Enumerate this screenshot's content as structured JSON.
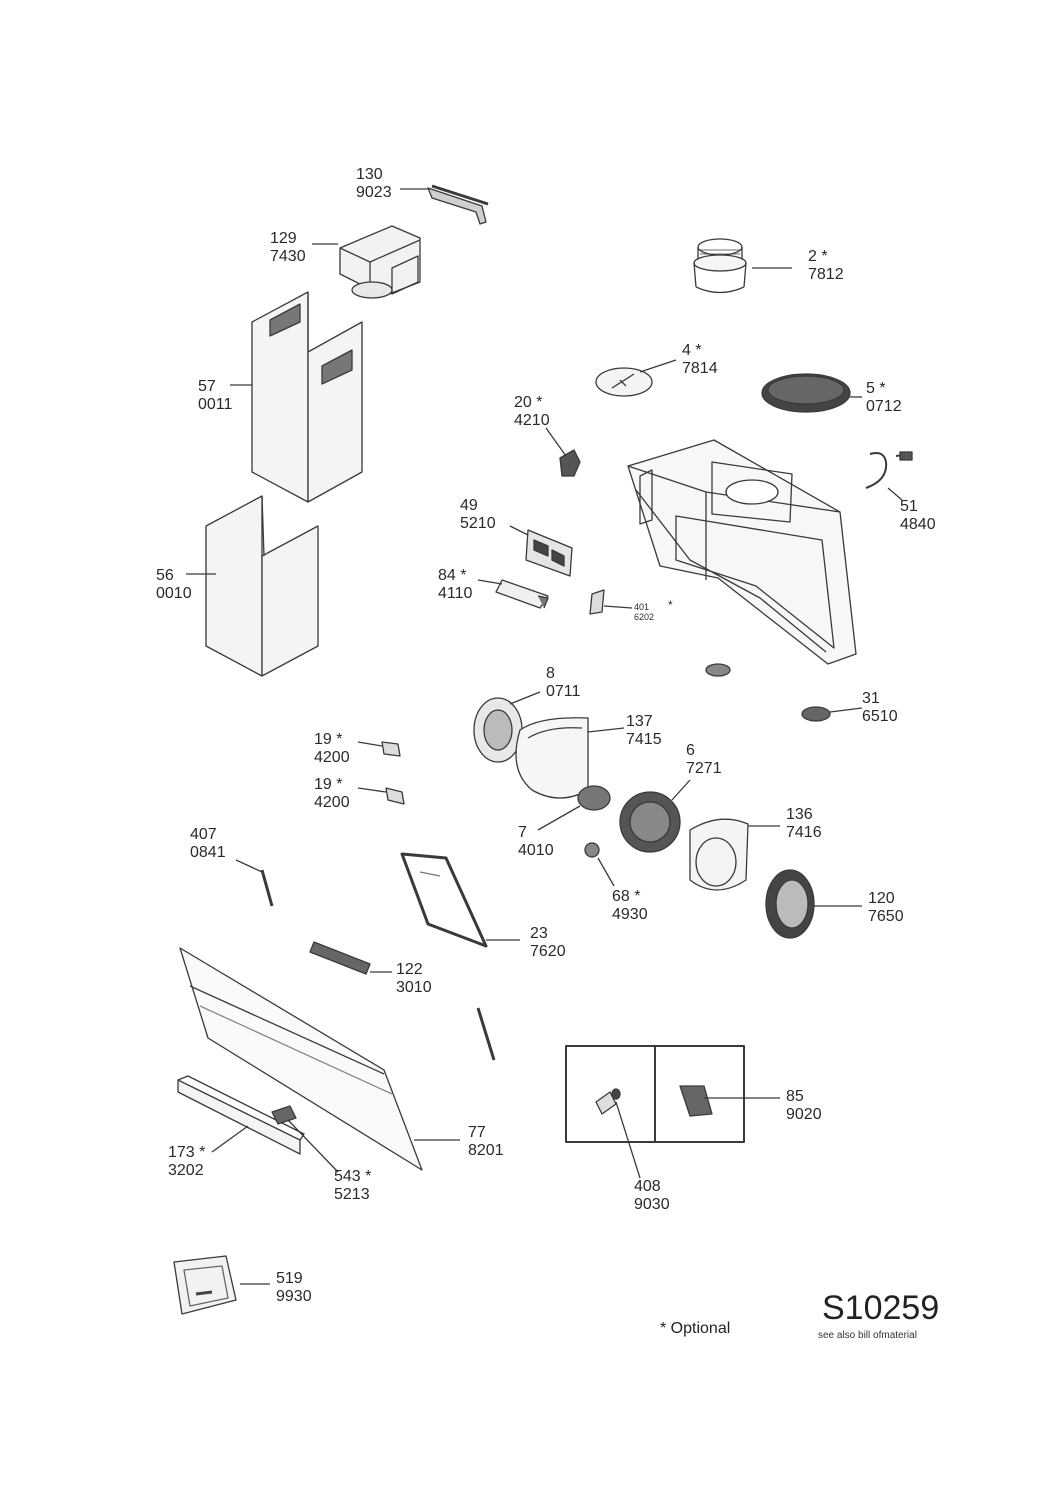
{
  "parts": [
    {
      "id": "p130",
      "num": "130",
      "code": "9023",
      "optional": false
    },
    {
      "id": "p129",
      "num": "129",
      "code": "7430",
      "optional": false
    },
    {
      "id": "p2",
      "num": "2",
      "code": "7812",
      "optional": true
    },
    {
      "id": "p4",
      "num": "4",
      "code": "7814",
      "optional": true
    },
    {
      "id": "p57",
      "num": "57",
      "code": "0011",
      "optional": false
    },
    {
      "id": "p5",
      "num": "5",
      "code": "0712",
      "optional": true
    },
    {
      "id": "p20",
      "num": "20",
      "code": "4210",
      "optional": true
    },
    {
      "id": "p51",
      "num": "51",
      "code": "4840",
      "optional": false
    },
    {
      "id": "p49",
      "num": "49",
      "code": "5210",
      "optional": false
    },
    {
      "id": "p56",
      "num": "56",
      "code": "0010",
      "optional": false
    },
    {
      "id": "p84",
      "num": "84",
      "code": "4110",
      "optional": true
    },
    {
      "id": "p401",
      "num": "401",
      "code": "6202",
      "optional": true
    },
    {
      "id": "p8",
      "num": "8",
      "code": "0711",
      "optional": false
    },
    {
      "id": "p31",
      "num": "31",
      "code": "6510",
      "optional": false
    },
    {
      "id": "p137",
      "num": "137",
      "code": "7415",
      "optional": false
    },
    {
      "id": "p19a",
      "num": "19",
      "code": "4200",
      "optional": true
    },
    {
      "id": "p6",
      "num": "6",
      "code": "7271",
      "optional": false
    },
    {
      "id": "p19b",
      "num": "19",
      "code": "4200",
      "optional": true
    },
    {
      "id": "p136",
      "num": "136",
      "code": "7416",
      "optional": false
    },
    {
      "id": "p407",
      "num": "407",
      "code": "0841",
      "optional": false
    },
    {
      "id": "p7",
      "num": "7",
      "code": "4010",
      "optional": false
    },
    {
      "id": "p68",
      "num": "68",
      "code": "4930",
      "optional": true
    },
    {
      "id": "p120",
      "num": "120",
      "code": "7650",
      "optional": false
    },
    {
      "id": "p23",
      "num": "23",
      "code": "7620",
      "optional": false
    },
    {
      "id": "p122",
      "num": "122",
      "code": "3010",
      "optional": false
    },
    {
      "id": "p85",
      "num": "85",
      "code": "9020",
      "optional": false
    },
    {
      "id": "p77",
      "num": "77",
      "code": "8201",
      "optional": false
    },
    {
      "id": "p173",
      "num": "173",
      "code": "3202",
      "optional": true
    },
    {
      "id": "p543",
      "num": "543",
      "code": "5213",
      "optional": true
    },
    {
      "id": "p408",
      "num": "408",
      "code": "9030",
      "optional": false
    },
    {
      "id": "p519",
      "num": "519",
      "code": "9930",
      "optional": false
    }
  ],
  "footer": {
    "optional_note": "* Optional",
    "diagram_code": "S10259",
    "see_also": "see also bill ofmaterial"
  },
  "colors": {
    "line": "#3a3a3a",
    "fill_light": "#f2f2f2",
    "fill_mid": "#cfcfcf",
    "fill_dark": "#555555"
  }
}
